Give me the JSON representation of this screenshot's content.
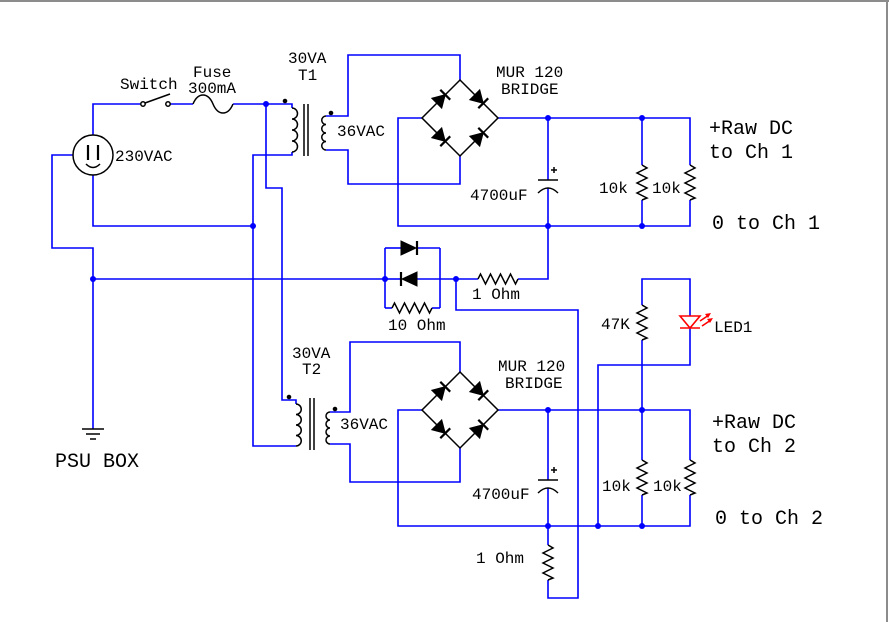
{
  "colors": {
    "wire": "#0000ff",
    "component": "#000000",
    "led": "#ff0000",
    "background": "#ffffff",
    "frame": "#8c8c8c"
  },
  "mains": {
    "switch": "Switch",
    "fuse": "Fuse",
    "fuse_rating": "300mA",
    "inlet_voltage": "230VAC",
    "enclosure_ground": "PSU BOX"
  },
  "transformer_1": {
    "rating": "30VA",
    "name": "T1",
    "secondary_voltage": "36VAC"
  },
  "transformer_2": {
    "rating": "30VA",
    "name": "T2",
    "secondary_voltage": "36VAC"
  },
  "channel_1": {
    "bridge_part": "MUR 120",
    "bridge_type": "BRIDGE",
    "capacitor": "4700uF",
    "bleeder_left": "10k",
    "bleeder_right": "10k",
    "positive_output": [
      "+Raw DC",
      "to Ch 1"
    ],
    "ground_output": "0 to Ch 1",
    "ground_resistor": "1 Ohm"
  },
  "channel_2": {
    "bridge_part": "MUR 120",
    "bridge_type": "BRIDGE",
    "capacitor": "4700uF",
    "bleeder_left": "10k",
    "bleeder_right": "10k",
    "positive_output": [
      "+Raw DC",
      "to Ch 2"
    ],
    "ground_output": "0 to Ch 2",
    "ground_resistor": "1 Ohm"
  },
  "ground_lift": {
    "resistor": "10 Ohm"
  },
  "indicator": {
    "resistor": "47K",
    "led": "LED1"
  }
}
